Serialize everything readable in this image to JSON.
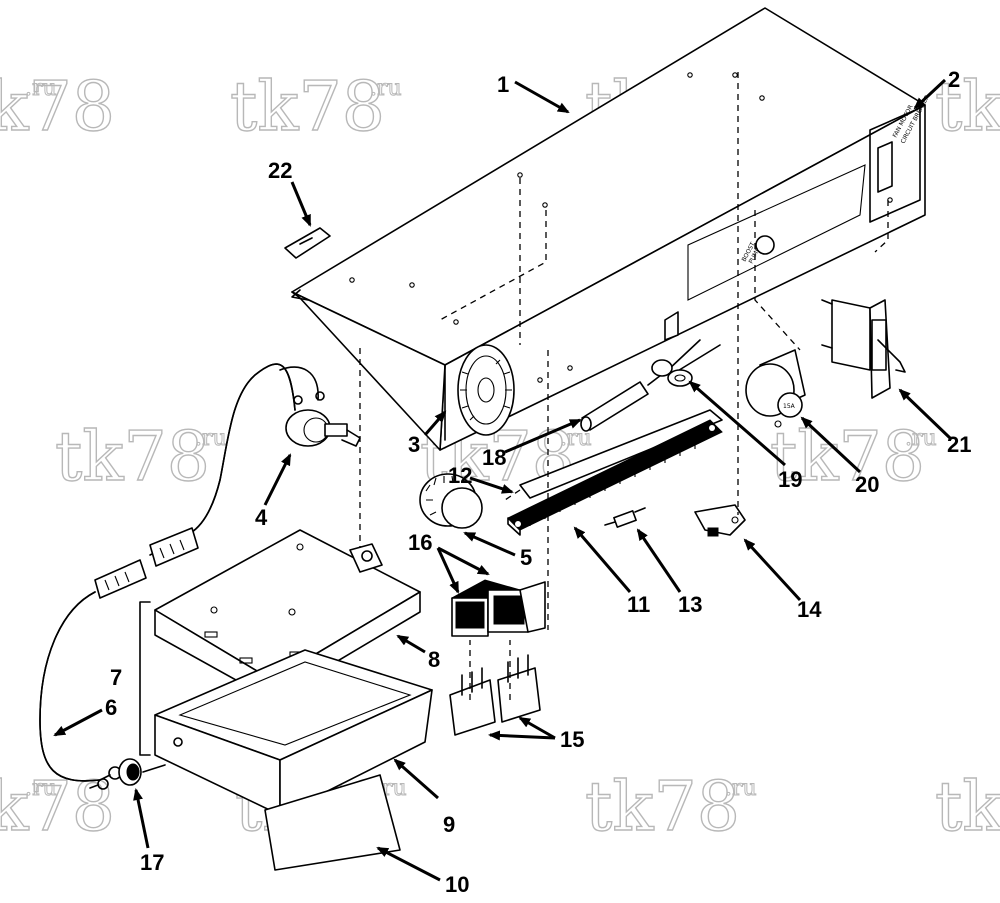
{
  "diagram": {
    "callouts": [
      {
        "id": "c1",
        "label": "1"
      },
      {
        "id": "c2",
        "label": "2"
      },
      {
        "id": "c3",
        "label": "3"
      },
      {
        "id": "c4",
        "label": "4"
      },
      {
        "id": "c5",
        "label": "5"
      },
      {
        "id": "c6",
        "label": "6"
      },
      {
        "id": "c7",
        "label": "7"
      },
      {
        "id": "c8",
        "label": "8"
      },
      {
        "id": "c9",
        "label": "9"
      },
      {
        "id": "c10",
        "label": "10"
      },
      {
        "id": "c11",
        "label": "11"
      },
      {
        "id": "c12",
        "label": "12"
      },
      {
        "id": "c13",
        "label": "13"
      },
      {
        "id": "c14",
        "label": "14"
      },
      {
        "id": "c15",
        "label": "15"
      },
      {
        "id": "c16",
        "label": "16"
      },
      {
        "id": "c17",
        "label": "17"
      },
      {
        "id": "c18",
        "label": "18"
      },
      {
        "id": "c19",
        "label": "19"
      },
      {
        "id": "c20",
        "label": "20"
      },
      {
        "id": "c21",
        "label": "21"
      },
      {
        "id": "c22",
        "label": "22"
      }
    ],
    "panel_labels": {
      "breaker": "FAN MOTOR",
      "breaker_sub": "CIRCUIT BREAKER",
      "boost": "BOOST",
      "boost_sub": "PUMP",
      "fuse_value": "15A"
    },
    "watermark": {
      "main": "tk78",
      "sup": ".ru"
    }
  }
}
